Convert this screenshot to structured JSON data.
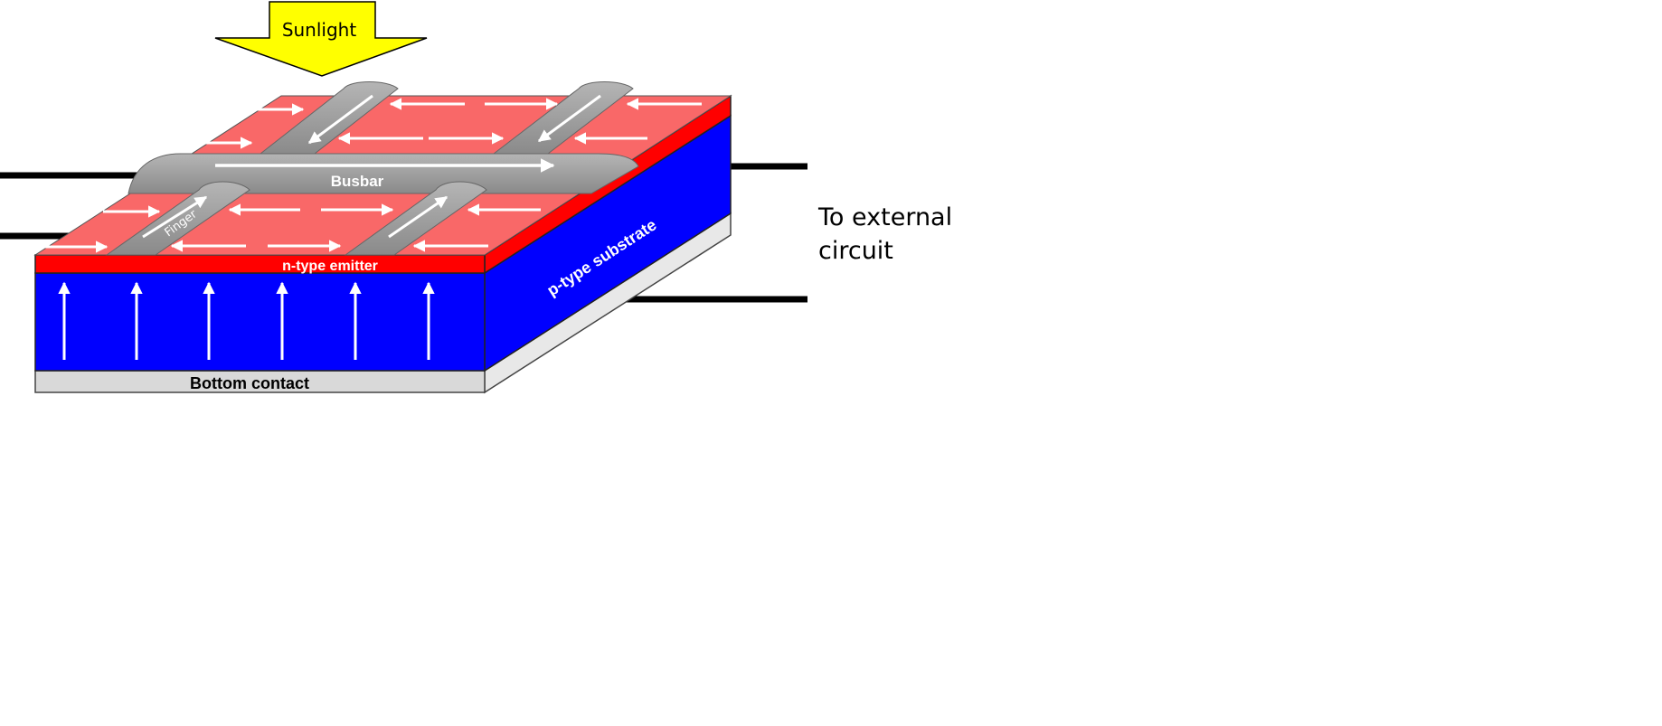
{
  "labels": {
    "sunlight": "Sunlight",
    "busbar": "Busbar",
    "finger": "Finger",
    "emitter": "n-type emitter",
    "substrate": "p-type substrate",
    "bottom_contact": "Bottom contact",
    "external_line1": "To external",
    "external_line2": "circuit"
  },
  "colors": {
    "sunlight_arrow": "#ffff00",
    "emitter_top": "#f96868",
    "emitter_front": "#ff0000",
    "substrate": "#0000ff",
    "metal_contact": "#999999",
    "bottom_contact": "#d9d9d9",
    "wires": "#000000",
    "current_arrows": "#ffffff"
  }
}
